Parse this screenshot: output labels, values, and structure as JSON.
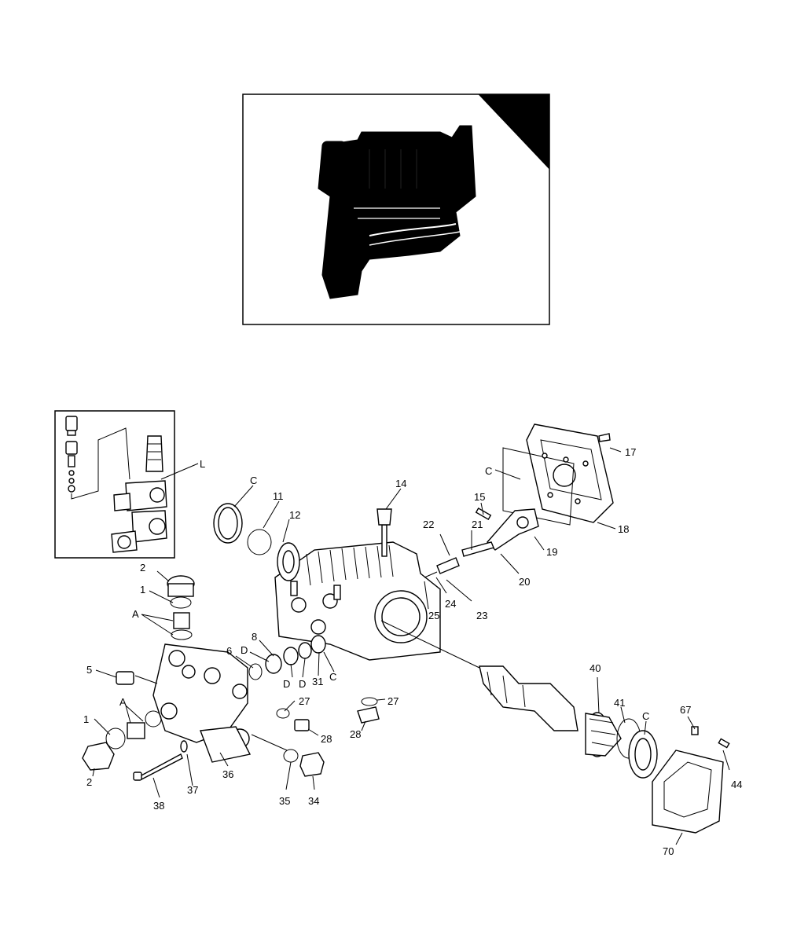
{
  "photo": {
    "icon": "pump-photo"
  },
  "inset": {
    "label_L": "L"
  },
  "callouts": {
    "c1": "C",
    "c11": "11",
    "c12": "12",
    "c14": "14",
    "c15": "15",
    "c17": "17",
    "c18": "18",
    "c19": "19",
    "c20": "20",
    "c21": "21",
    "c22": "22",
    "c23": "23",
    "c24": "24",
    "c25": "25",
    "c_cover": "C",
    "c2a": "2",
    "c1a": "1",
    "cA1": "A",
    "c5": "5",
    "c6": "6",
    "cD1": "D",
    "c8": "8",
    "cD2": "D",
    "cD3": "D",
    "c31": "31",
    "c_seal": "C",
    "cA2": "A",
    "c1b": "1",
    "c2b": "2",
    "c27a": "27",
    "c28a": "28",
    "c27b": "27",
    "c28b": "28",
    "c36": "36",
    "c37": "37",
    "c38": "38",
    "c35": "35",
    "c34": "34",
    "c40": "40",
    "c41": "41",
    "c_bearing": "C",
    "c67": "67",
    "c44": "44",
    "c70": "70"
  }
}
